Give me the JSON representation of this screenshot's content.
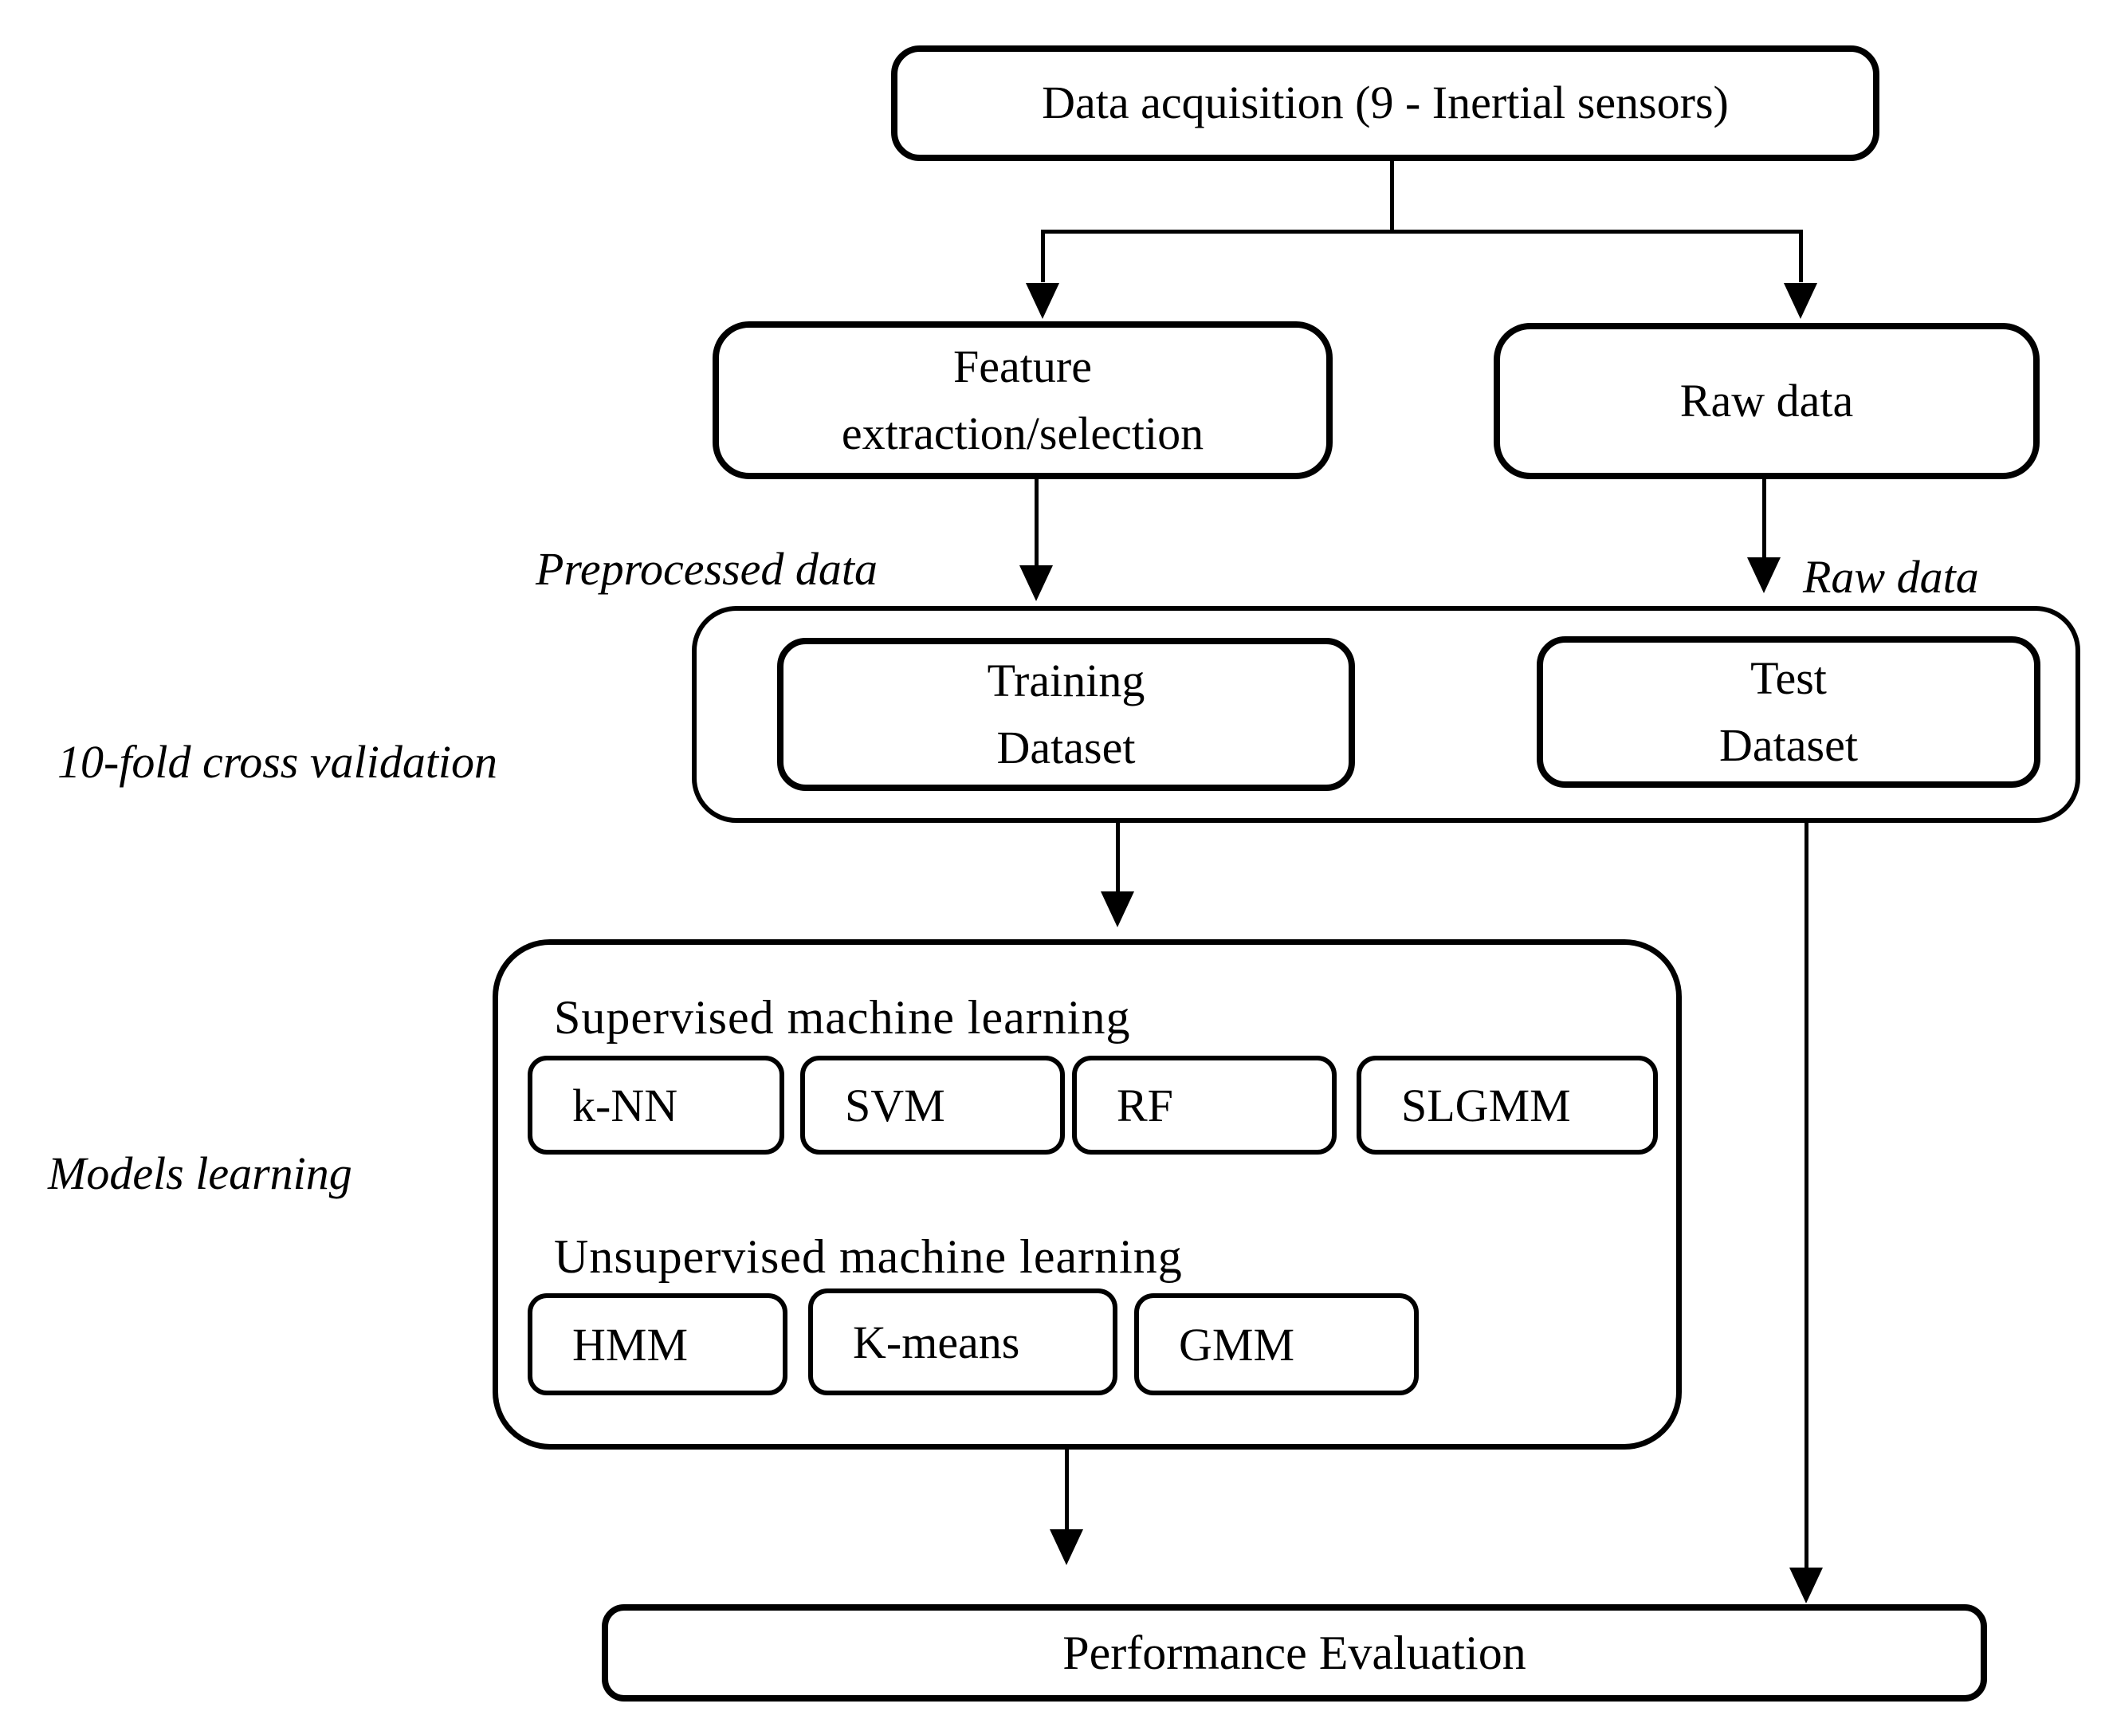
{
  "nodes": {
    "data_acquisition": {
      "label": "Data acquisition (9 - Inertial sensors)"
    },
    "feature_extraction": {
      "line1": "Feature",
      "line2": "extraction/selection"
    },
    "raw_data": {
      "label": "Raw data"
    },
    "training_dataset": {
      "line1": "Training",
      "line2": "Dataset"
    },
    "test_dataset": {
      "line1": "Test",
      "line2": "Dataset"
    },
    "performance_evaluation": {
      "label": "Performance Evaluation"
    }
  },
  "models_learning": {
    "supervised": {
      "heading": "Supervised machine learning",
      "items": [
        "k-NN",
        "SVM",
        "RF",
        "SLGMM"
      ]
    },
    "unsupervised": {
      "heading": "Unsupervised machine learning",
      "items": [
        "HMM",
        "K-means",
        "GMM"
      ]
    }
  },
  "annotations": {
    "preprocessed_data": "Preprocessed data",
    "raw_data": "Raw data",
    "cross_validation": "10-fold cross validation",
    "models_learning": "Models learning"
  },
  "colors": {
    "stroke": "#000000",
    "background": "#ffffff"
  }
}
